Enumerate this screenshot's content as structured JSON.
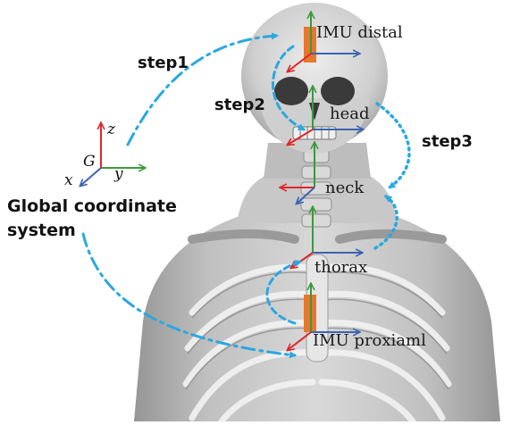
{
  "labels": {
    "imu_distal": "IMU distal",
    "head": "head",
    "neck": "neck",
    "thorax": "thorax",
    "imu_proximal": "IMU proxiaml",
    "step1": "step1",
    "step2": "step2",
    "step3": "step3",
    "global_line1": "Global coordinate",
    "global_line2": "system"
  },
  "axes": {
    "x": "x",
    "y": "y",
    "z": "z",
    "origin": "G"
  },
  "colors": {
    "axis_x": "#e0262b",
    "axis_y": "#3d63b3",
    "axis_z": "#3a9a3a",
    "dash_arrow": "#2aa8e0",
    "imu_box": "#e8772e"
  }
}
